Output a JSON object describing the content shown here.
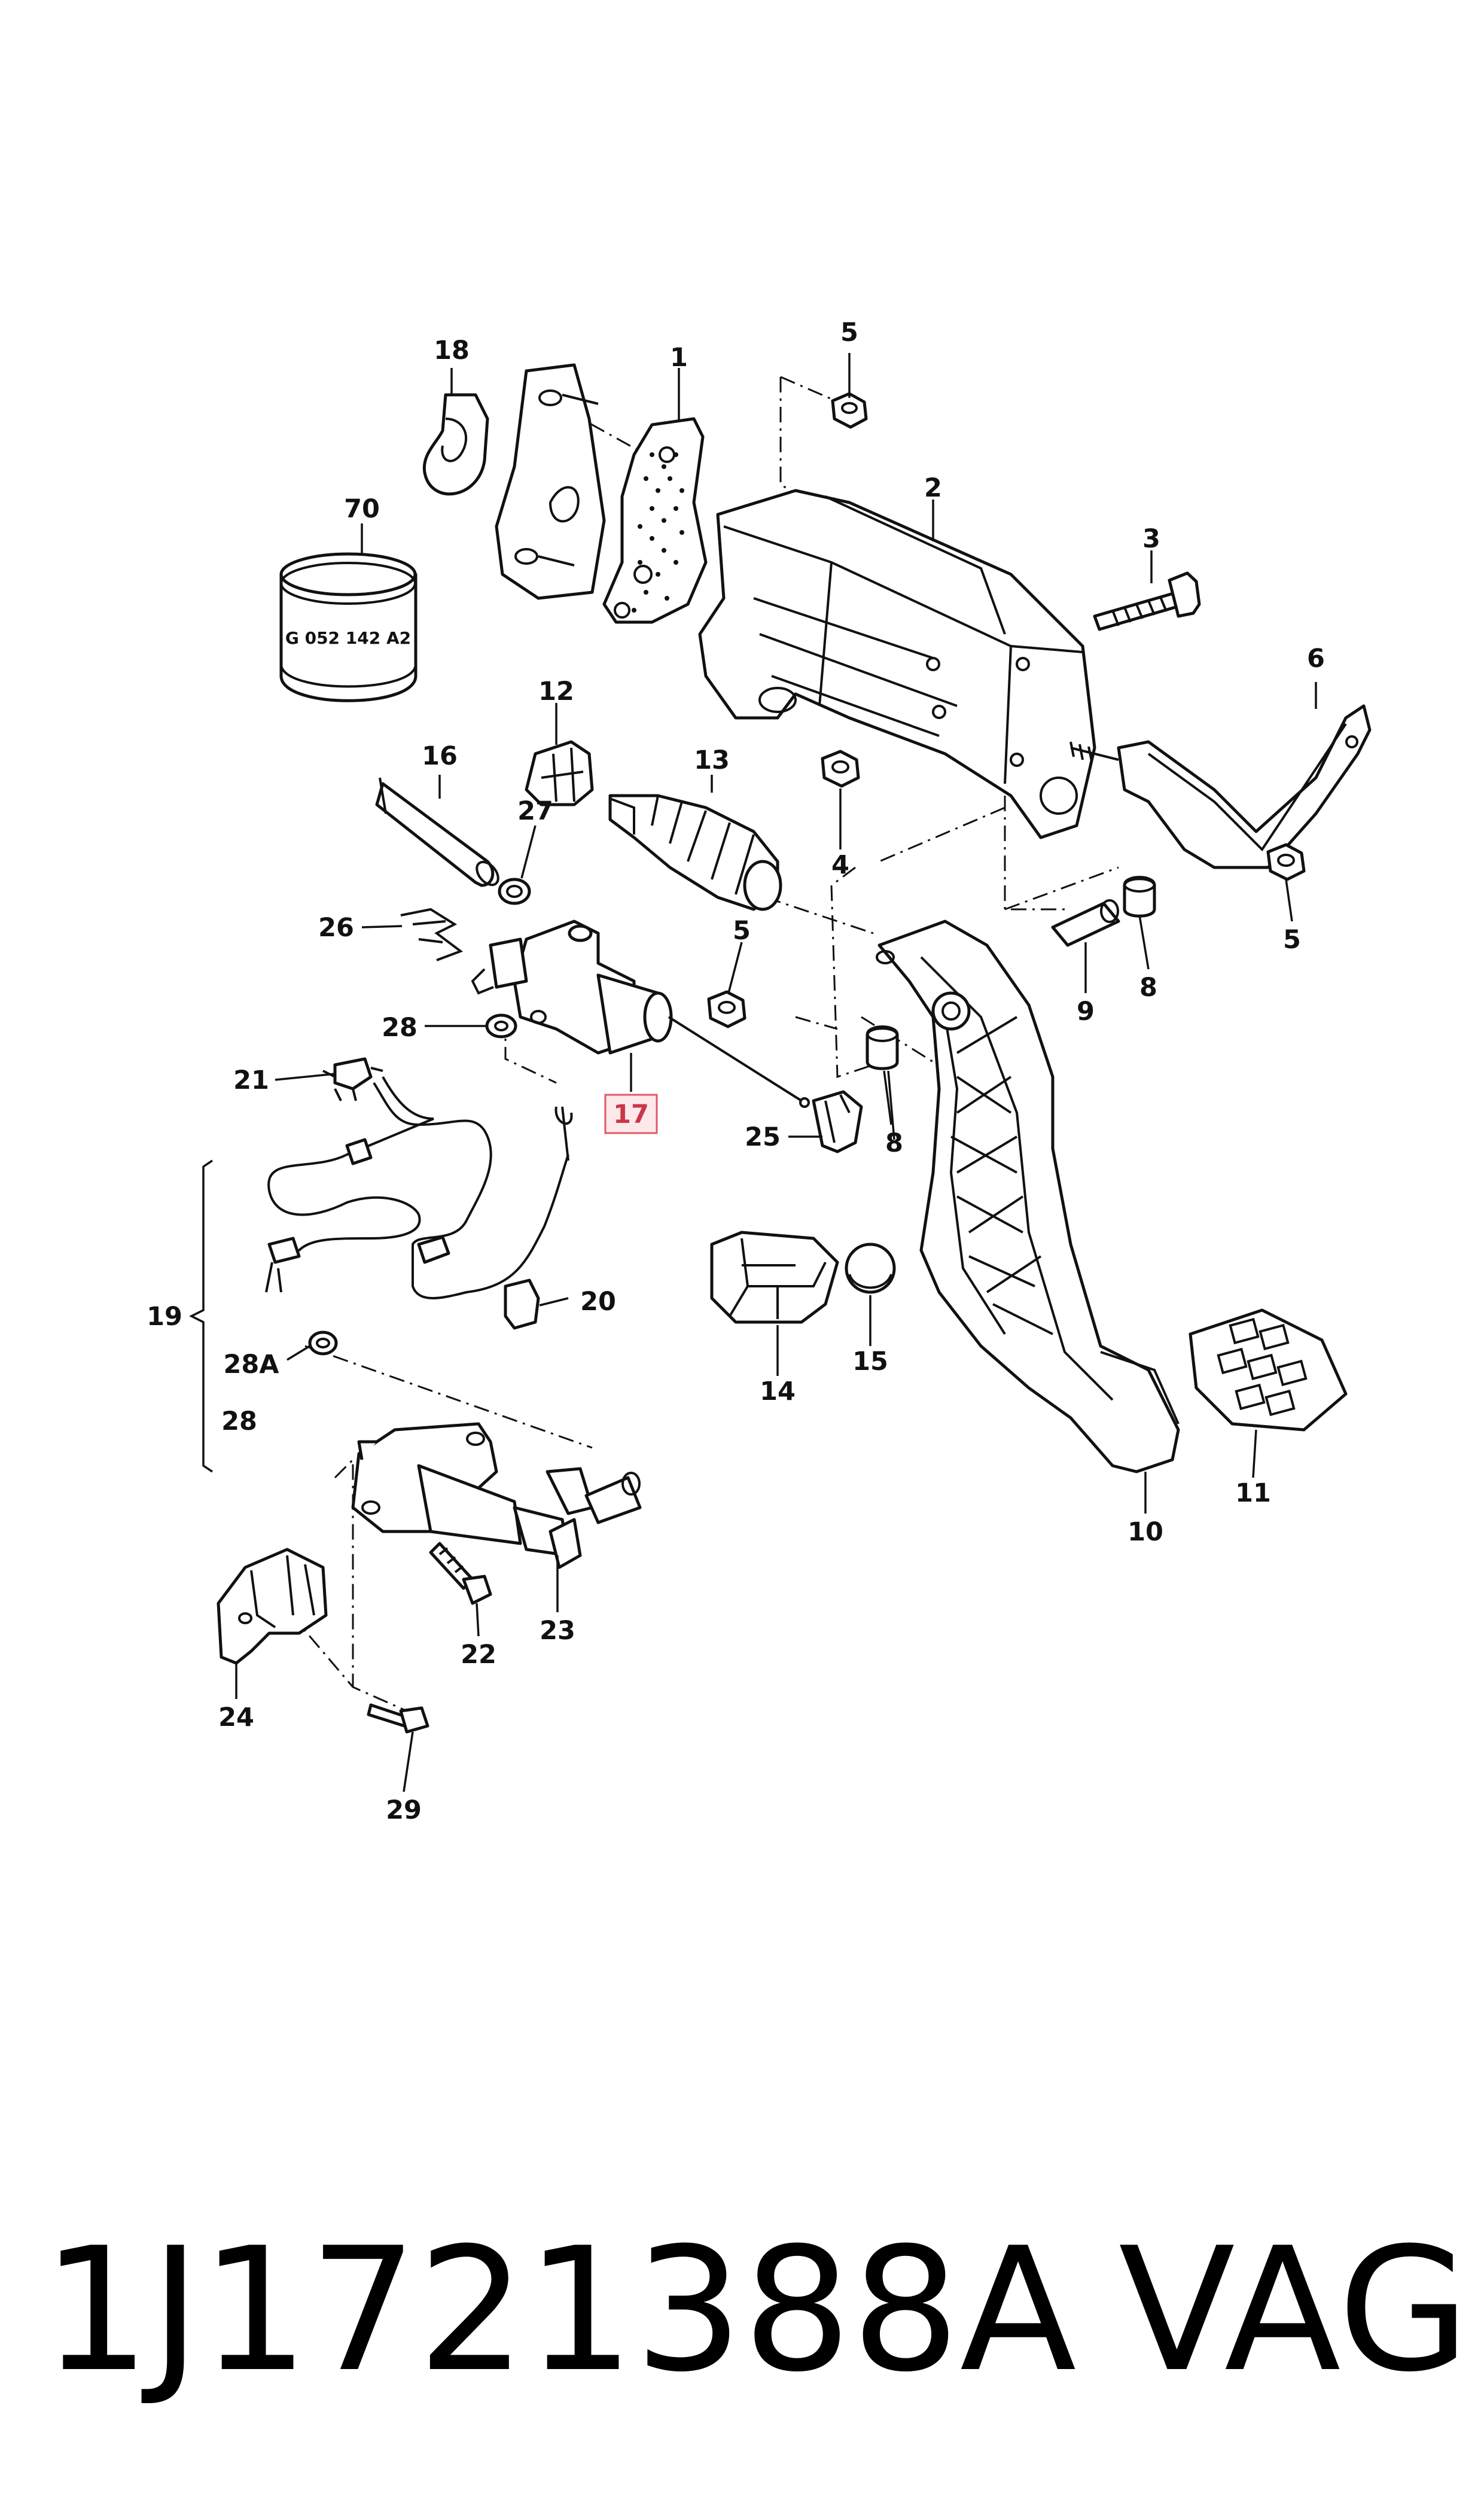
{
  "diagram": {
    "labels": {
      "l1": "1",
      "l2": "2",
      "l3": "3",
      "l4": "4",
      "l5a": "5",
      "l5b": "5",
      "l5c": "5",
      "l6": "6",
      "l8a": "8",
      "l8b": "8",
      "l9": "9",
      "l10": "10",
      "l11": "11",
      "l12": "12",
      "l13": "13",
      "l14": "14",
      "l15": "15",
      "l16": "16",
      "l17": "17",
      "l18": "18",
      "l19": "19",
      "l20": "20",
      "l21": "21",
      "l22": "22",
      "l23": "23",
      "l24": "24",
      "l25": "25",
      "l26": "26",
      "l27": "27",
      "l28a": "28",
      "l28b": "28",
      "l28A": "28A",
      "l29": "29",
      "l70": "70"
    },
    "sleeve_marking": "G 052 142 A2",
    "highlight_color": "#e05a6a"
  },
  "footer": {
    "part_number": "1J1721388A",
    "brand": "VAG"
  }
}
